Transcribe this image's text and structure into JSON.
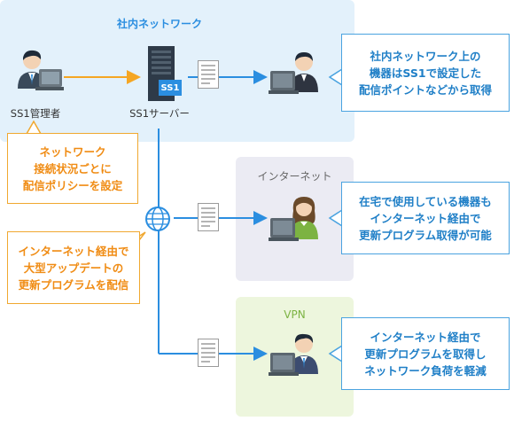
{
  "zones": {
    "intranet": {
      "title": "社内ネットワーク"
    },
    "internet": {
      "title": "インターネット"
    },
    "vpn": {
      "title": "VPN"
    }
  },
  "nodes": {
    "admin": {
      "label": "SS1管理者"
    },
    "server": {
      "label": "SS1サーバー",
      "badge": "SS1"
    }
  },
  "callouts": {
    "intranet_client": [
      "社内ネットワーク上の",
      "機器はSS1で設定した",
      "配信ポイントなどから取得"
    ],
    "admin_policy": [
      "ネットワーク",
      "接続状況ごとに",
      "配信ポリシーを設定"
    ],
    "internet_client": [
      "在宅で使用している機器も",
      "インターネット経由で",
      "更新プログラム取得が可能"
    ],
    "internet_delivery": [
      "インターネット経由で",
      "大型アップデートの",
      "更新プログラムを配信"
    ],
    "vpn_client": [
      "インターネット経由で",
      "更新プログラムを取得し",
      "ネットワーク負荷を軽減"
    ]
  },
  "colors": {
    "intranet_bg": "#e3f1fb",
    "internet_bg": "#ebebf3",
    "vpn_bg": "#edf6dd",
    "line_blue": "#2b8ee0",
    "line_orange": "#f5a623"
  }
}
